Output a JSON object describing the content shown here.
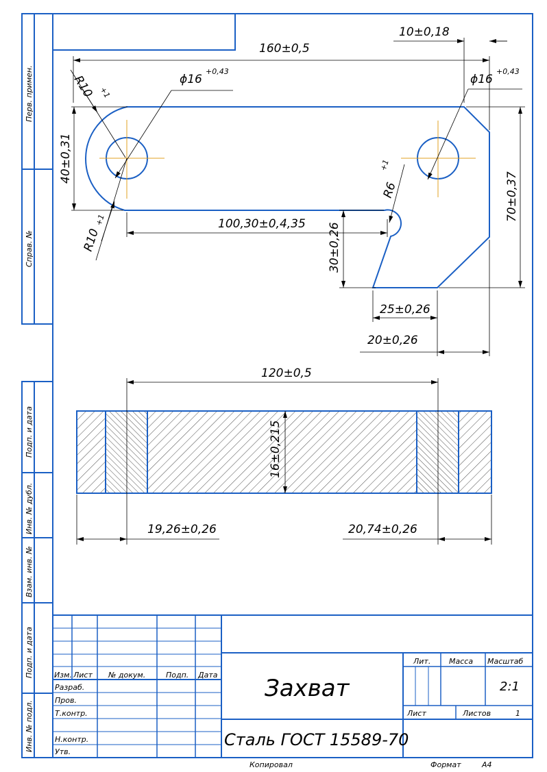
{
  "drawing": {
    "dimensions": {
      "overall_length": "160±0,5",
      "edge_offset": "10±0,18",
      "left_hole_prefix": "ϕ16",
      "left_hole_tol": "+0,43",
      "right_hole_prefix": "ϕ16",
      "right_hole_tol": "+0,43",
      "radius_top": "R10",
      "radius_top_tol": "+1",
      "radius_bottom": "R10",
      "radius_bottom_tol": "+1",
      "radius_notch": "R6",
      "radius_notch_tol": "+1",
      "left_height": "40±0,31",
      "right_height": "70±0,37",
      "slot_length": "100,30±0,4,35",
      "notch_depth": "30±0,26",
      "notch_width": "25±0,26",
      "bottom_offset": "20±0,26",
      "hole_spacing": "120±0,5",
      "thickness": "16±0,215",
      "left_margin": "19,26±0,26",
      "right_margin": "20,74±0,26"
    }
  },
  "side_labels": {
    "perv_primen": "Перв. примен.",
    "sprav_no": "Справ. №",
    "podp_data_1": "Подп. и дата",
    "inv_dubl": "Инв. № дубл.",
    "vzam_inv": "Взам. инв. №",
    "podp_data_2": "Подп. и дата",
    "inv_podl": "Инв. № подл."
  },
  "title_block": {
    "headers": {
      "izm": "Изм.",
      "list": "Лист",
      "dokum": "№ докум.",
      "podp": "Подп.",
      "data": "Дата"
    },
    "roles": {
      "razrab": "Разраб.",
      "prov": "Пров.",
      "tkontr": "Т.контр.",
      "nkontr": "Н.контр.",
      "utv": "Утв."
    },
    "part_name": "Захват",
    "material": "Сталь ГОСТ 15589-70",
    "lit_label": "Лит.",
    "massa_label": "Масса",
    "masshtab_label": "Масштаб",
    "scale": "2:1",
    "list_label": "Лист",
    "listov_label": "Листов",
    "listov_value": "1"
  },
  "footer": {
    "kopiroval": "Копировал",
    "format_label": "Формат",
    "format_value": "А4"
  },
  "colors": {
    "outline": "#1a5fc4",
    "axis": "#e0a020"
  }
}
